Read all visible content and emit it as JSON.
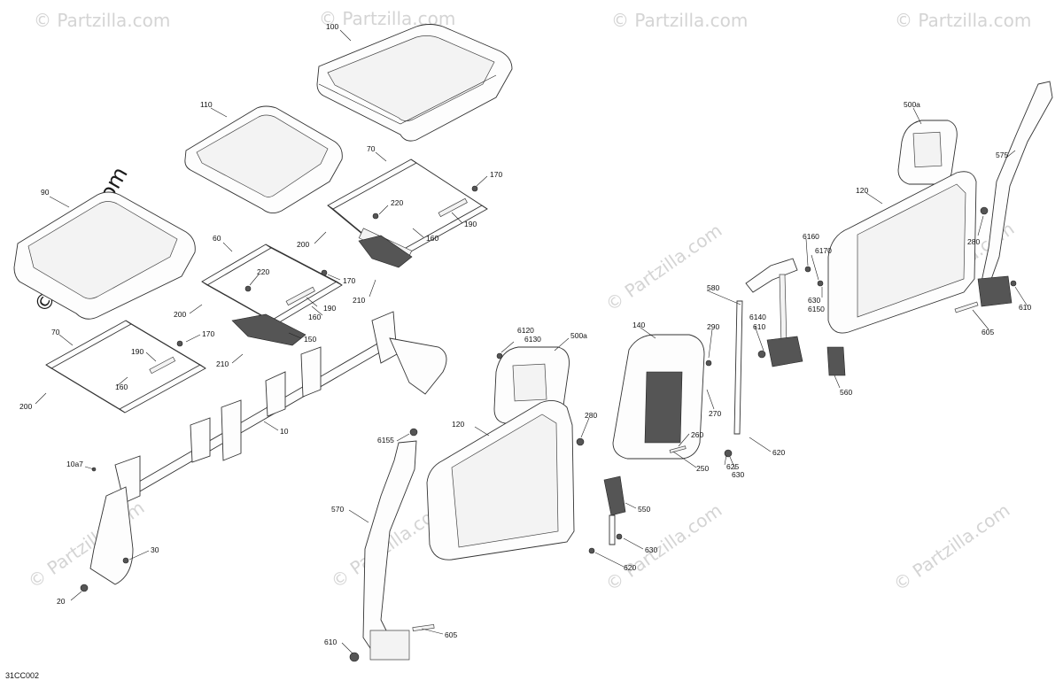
{
  "watermark": "© Partzilla.com",
  "diagram_code": "31CC002",
  "callouts": {
    "c100": "100",
    "c110": "110",
    "c90": "90",
    "c70a": "70",
    "c170a": "170",
    "c220a": "220",
    "c190a": "190",
    "c160a": "160",
    "c200a": "200",
    "c60": "60",
    "c220b": "220",
    "c170b": "170",
    "c190b": "190",
    "c160b": "160",
    "c200b": "200",
    "c210a": "210",
    "c70b": "70",
    "c170c": "170",
    "c190c": "190",
    "c160c": "160",
    "c200c": "200",
    "c150": "150",
    "c210b": "210",
    "c10": "10",
    "c10a7": "10a7",
    "c30": "30",
    "c20": "20",
    "c6120": "6120",
    "c6130": "6130",
    "c500a_mid": "500a",
    "c120_mid": "120",
    "c280_mid": "280",
    "c6155": "6155",
    "c570": "570",
    "c610_bot": "610",
    "c605_bot": "605",
    "c550": "550",
    "c630_bot": "630",
    "c620_bot": "620",
    "c140": "140",
    "c290": "290",
    "c270": "270",
    "c260": "260",
    "c250": "250",
    "c580": "580",
    "c6140": "6140",
    "c610_mid": "610",
    "c625": "625",
    "c630_mid": "630",
    "c620_mid": "620",
    "c560": "560",
    "c6160": "6160",
    "c6170": "6170",
    "c630_r": "630",
    "c6150": "6150",
    "c500a_r": "500a",
    "c120_r": "120",
    "c280_r": "280",
    "c575": "575",
    "c610_r": "610",
    "c605_r": "605"
  }
}
